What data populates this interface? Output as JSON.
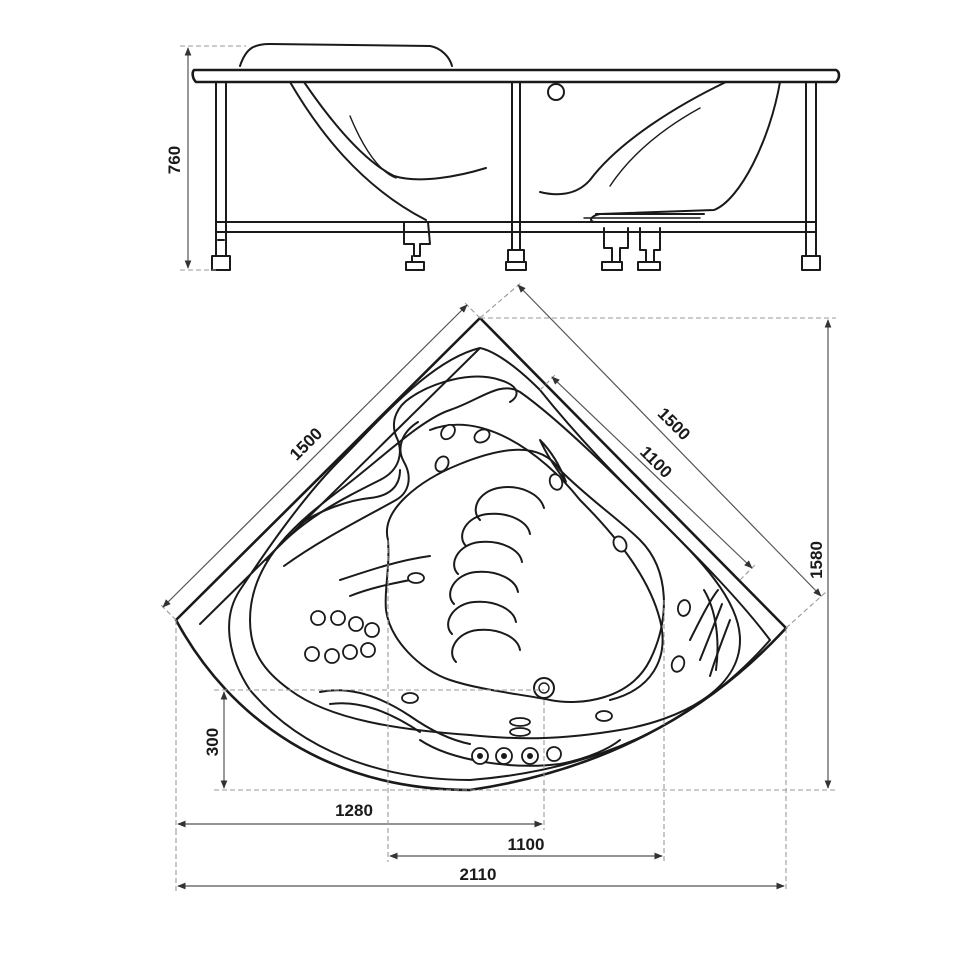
{
  "drawing": {
    "views": [
      "side-view",
      "top-view"
    ],
    "dimensions": {
      "side_height": "760",
      "top_edge_left": "1500",
      "top_edge_right": "1500",
      "inner_edge_right": "1100",
      "depth_right": "1580",
      "offset_left": "300",
      "width_bottom_1": "1280",
      "width_bottom_2": "1100",
      "width_bottom_total": "2110"
    }
  },
  "colors": {
    "line": "#1a1a1a",
    "dimension": "#9a9a9a",
    "background": "#ffffff"
  }
}
